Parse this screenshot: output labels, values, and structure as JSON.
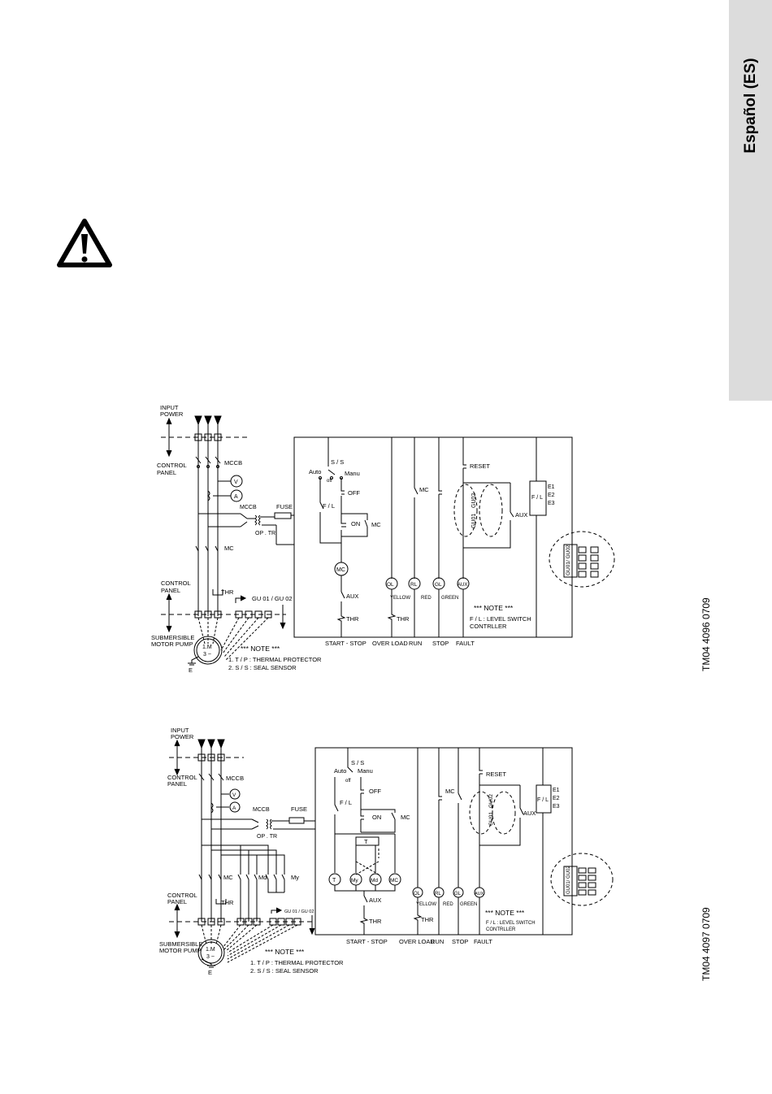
{
  "side_tab": {
    "label": "Español (ES)"
  },
  "warning": {
    "icon": "warning-triangle-icon"
  },
  "codes": {
    "diagram1": "TM04 4096 0709",
    "diagram2": "TM04 4097 0709"
  },
  "diagram1": {
    "input_power": [
      "INPUT",
      "POWER"
    ],
    "control_panel_top": [
      "CONTROL",
      "PANEL"
    ],
    "mccb": "MCCB",
    "meter_v": "V",
    "meter_a": "A",
    "mccb2": "MCCB",
    "fuse": "FUSE",
    "op_tr": "OP . TR",
    "mc": "MC",
    "control_panel_bottom": [
      "CONTROL",
      "PANEL"
    ],
    "thr": "THR",
    "gu": "GU 01 / GU 02",
    "pump": [
      "SUBMERSIBLE",
      "MOTOR PUMP"
    ],
    "motor": [
      "1.M",
      "3 ~"
    ],
    "earth": "E",
    "note_title": "***  NOTE  ***",
    "note_lines": [
      "1. T / P : THERMAL PROTECTOR",
      "2. S / S : SEAL SENSOR"
    ],
    "ss": "S / S",
    "auto": "Auto",
    "off_small": "off",
    "manu": "Manu",
    "off": "OFF",
    "fl": "F / L",
    "on": "ON",
    "mc_coil": "MC",
    "aux": "AUX",
    "ol": "OL",
    "rl": "RL",
    "gl": "GL",
    "aux_lamp": "AUX",
    "yellow": "YELLOW",
    "red": "RED",
    "green": "GREEN",
    "reset": "RESET",
    "gu01": "GU01",
    "gu02": "GU02",
    "e_terms": [
      "E1",
      "E2",
      "E3"
    ],
    "gu_box": "GU01/ GU02",
    "note2_title": "***  NOTE  ***",
    "note2_line": "F / L : LEVEL SWITCH",
    "note2_line2": "CONTRLLER",
    "bottom_labels": [
      "START - STOP",
      "OVER LOAD",
      "RUN",
      "STOP",
      "FAULT"
    ]
  },
  "diagram2": {
    "input_power": [
      "INPUT",
      "POWER"
    ],
    "control_panel_top": [
      "CONTROL",
      "PANEL"
    ],
    "mccb": "MCCB",
    "mccb2": "MCCB",
    "fuse": "FUSE",
    "op_tr": "OP . TR",
    "mc": "MC",
    "md": "Md",
    "my": "My",
    "control_panel_bottom": [
      "CONTROL",
      "PANEL"
    ],
    "thr": "THR",
    "gu": "GU 01 / GU 02",
    "pump": [
      "SUBMERSIBLE",
      "MOTOR PUMP"
    ],
    "motor": [
      "1.M",
      "3 ~"
    ],
    "earth": "E",
    "note_title": "***  NOTE  ***",
    "note_lines": [
      "1. T / P : THERMAL PROTECTOR",
      "2. S / S : SEAL SENSOR"
    ],
    "ss": "S / S",
    "auto": "Auto",
    "off_small": "off",
    "manu": "Manu",
    "off": "OFF",
    "fl": "F / L",
    "on": "ON",
    "t": "T",
    "coils": [
      "T",
      "My",
      "Md",
      "MC"
    ],
    "aux": "AUX",
    "thr2": "THR",
    "ol": "OL",
    "rl": "RL",
    "gl": "GL",
    "aux_lamp": "AUX",
    "yellow": "YELLOW",
    "red": "RED",
    "green": "GREEN",
    "reset": "RESET",
    "note2_title": "***  NOTE  ***",
    "note2_line": "F / L : LEVEL SWITCH",
    "note2_line2": "CONTRLLER",
    "bottom_labels": [
      "START - STOP",
      "OVER LOAD",
      "RUN",
      "STOP",
      "FAULT"
    ]
  }
}
